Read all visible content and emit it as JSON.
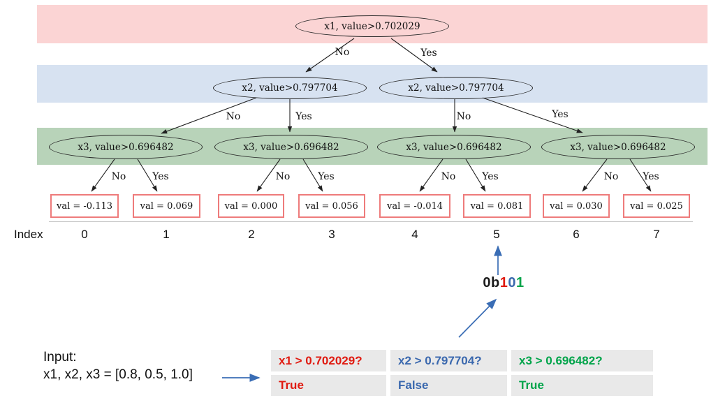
{
  "colors": {
    "band-x1": "#fbd4d4",
    "band-x2": "#d7e2f1",
    "band-x3": "#b8d3b9",
    "leaf-border": "#ee7b7b",
    "red": "#e01a10",
    "blue": "#3a68ae",
    "green": "#00a44a",
    "arrow-blue": "#3a6db5"
  },
  "tree": {
    "root_label": "x1, value>0.702029",
    "level2_labels": [
      "x2, value>0.797704",
      "x2, value>0.797704"
    ],
    "level3_labels": [
      "x3, value>0.696482",
      "x3, value>0.696482",
      "x3, value>0.696482",
      "x3, value>0.696482"
    ],
    "leaf_labels": [
      "val = -0.113",
      "val = 0.069",
      "val = 0.000",
      "val = 0.056",
      "val = -0.014",
      "val = 0.081",
      "val = 0.030",
      "val = 0.025"
    ],
    "edge_no": "No",
    "edge_yes": "Yes"
  },
  "index_row": {
    "title": "Index",
    "indices": [
      "0",
      "1",
      "2",
      "3",
      "4",
      "5",
      "6",
      "7"
    ]
  },
  "binary": {
    "prefix": "0b",
    "bit1": "1",
    "bit2": "0",
    "bit3": "1"
  },
  "input": {
    "line1": "Input:",
    "line2": "x1, x2, x3 = [0.8, 0.5, 1.0]"
  },
  "decision_table": {
    "cells": [
      {
        "question": "x1 > 0.702029?",
        "answer": "True"
      },
      {
        "question": "x2 > 0.797704?",
        "answer": "False"
      },
      {
        "question": "x3 > 0.696482?",
        "answer": "True"
      }
    ]
  }
}
